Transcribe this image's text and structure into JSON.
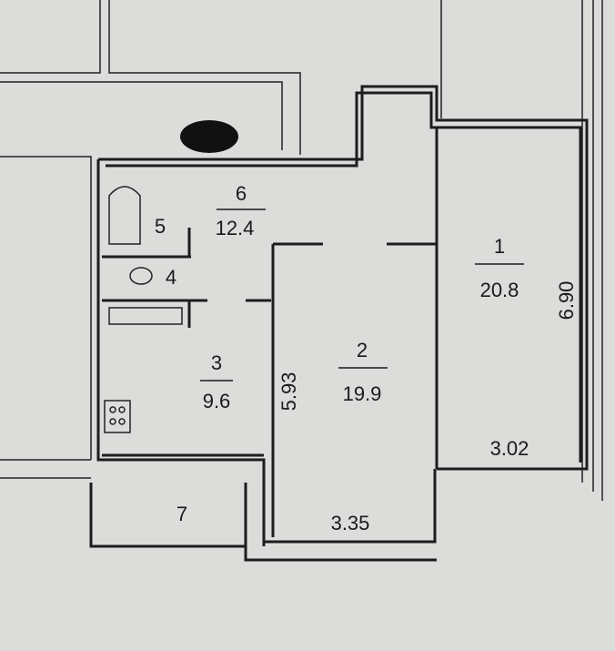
{
  "rooms": [
    {
      "number": "1",
      "area": "20.8"
    },
    {
      "number": "2",
      "area": "19.9"
    },
    {
      "number": "3",
      "area": "9.6"
    },
    {
      "number": "4"
    },
    {
      "number": "5"
    },
    {
      "number": "6",
      "area": "12.4"
    },
    {
      "number": "7"
    }
  ],
  "dimensions": {
    "room1_height": "6.90",
    "room1_width": "3.02",
    "room2_height": "5.93",
    "room2_width": "3.35"
  }
}
